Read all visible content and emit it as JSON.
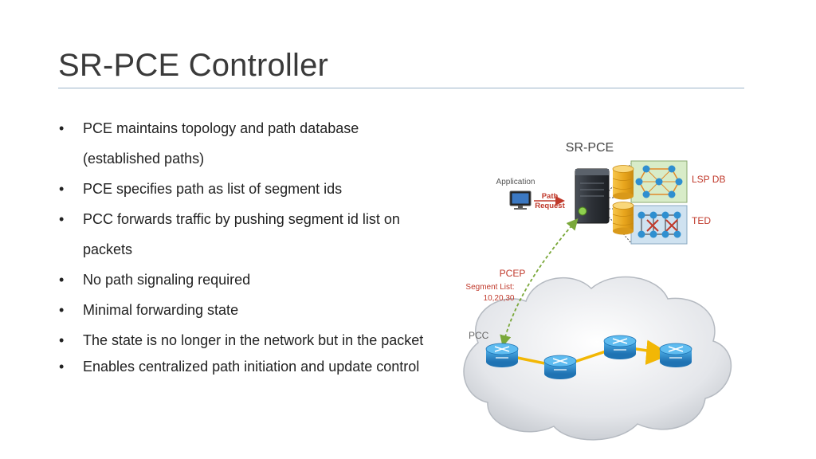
{
  "slide": {
    "title": "SR-PCE Controller",
    "bullets": [
      "PCE maintains topology and path database (established paths)",
      "PCE specifies path as list of segment ids",
      "PCC forwards traffic by pushing segment id list on packets",
      "No path signaling required",
      "Minimal forwarding state",
      "The state is no longer in the network but in the packet",
      "Enables centralized path initiation and update control"
    ]
  },
  "diagram": {
    "sr_pce_label": "SR-PCE",
    "application_label": "Application",
    "path_request_line1": "Path",
    "path_request_line2": "Request",
    "lsp_db_label": "LSP DB",
    "ted_label": "TED",
    "pcep_label": "PCEP",
    "segment_list_label": "Segment List:",
    "segment_list_value": "10,20,30",
    "pcc_label": "PCC"
  },
  "colors": {
    "title": "#3a3a3a",
    "accent_red": "#c0392b",
    "path_yellow": "#f2b705",
    "router_blue": "#2f8fd0",
    "pcep_green": "#8bbf3f"
  }
}
